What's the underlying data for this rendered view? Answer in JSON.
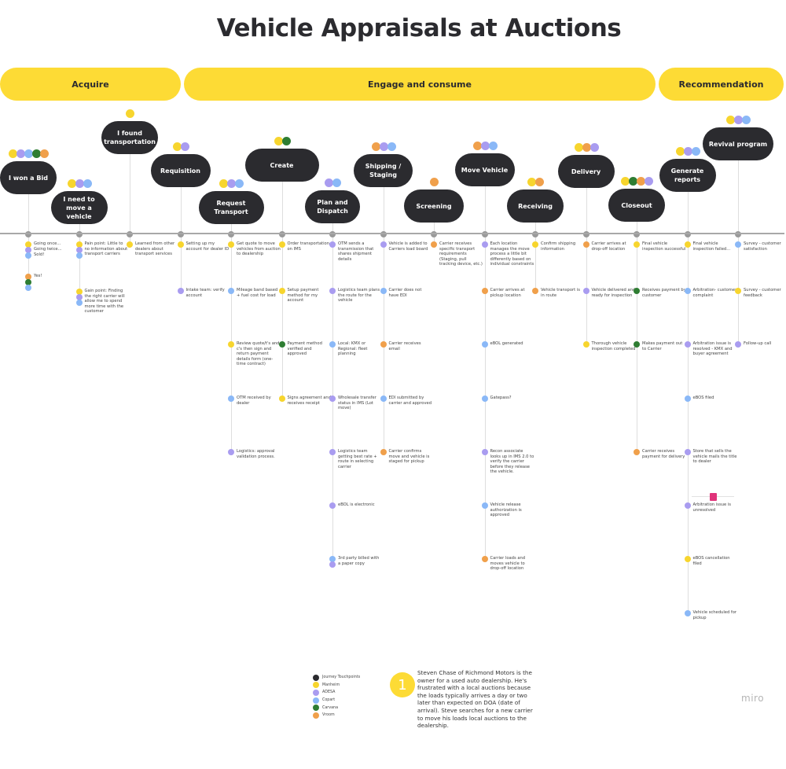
{
  "title": "Vehicle Appraisals at Auctions",
  "colors": {
    "touchpoint": "#2B2B2F",
    "manheim": "#F7D52E",
    "adesa": "#A99CF0",
    "copart": "#8AB8F7",
    "carvana": "#2E7D32",
    "vroom": "#F0A04B",
    "phase": "#FDDB35"
  },
  "phases": [
    {
      "label": "Acquire"
    },
    {
      "label": "Engage and consume"
    },
    {
      "label": "Recommendation"
    }
  ],
  "stages": [
    {
      "label": "I won a Bid",
      "dots": [
        "manheim",
        "adesa",
        "copart",
        "carvana",
        "vroom"
      ],
      "items": [
        {
          "dots": [
            "manheim"
          ],
          "text": "Going once..."
        },
        {
          "dots": [
            "adesa"
          ],
          "text": "Going twice..."
        },
        {
          "dots": [
            "copart"
          ],
          "text": "Sold!"
        },
        {
          "dots": [
            "vroom"
          ],
          "text": "Yes!"
        },
        {
          "dots": [
            "carvana"
          ],
          "text": ""
        },
        {
          "dots": [
            "copart"
          ],
          "text": ""
        }
      ]
    },
    {
      "label": "I need to move a vehicle",
      "dots": [
        "manheim",
        "adesa",
        "copart"
      ],
      "items": [
        {
          "dots": [
            "manheim",
            "adesa",
            "copart"
          ],
          "text": "Pain point: Little to no information about transport carriers"
        },
        {
          "dots": [
            "manheim",
            "adesa",
            "copart"
          ],
          "text": "Gain point: Finding the right carrier will allow me to spend more time with the customer"
        }
      ]
    },
    {
      "label": "I found transportation",
      "dots": [
        "manheim"
      ],
      "items": [
        {
          "dots": [
            "manheim"
          ],
          "text": "Learned from other dealers about transport services"
        }
      ]
    },
    {
      "label": "Requisition",
      "dots": [
        "manheim",
        "adesa"
      ],
      "items": [
        {
          "dots": [
            "manheim"
          ],
          "text": "Setting up my account for dealer ID"
        },
        {
          "dots": [
            "adesa"
          ],
          "text": "Intake team: verify account"
        }
      ]
    },
    {
      "label": "Request Transport",
      "dots": [
        "manheim",
        "adesa",
        "copart"
      ],
      "items": [
        {
          "dots": [
            "manheim"
          ],
          "text": "Get quote to move vehicles from auction to dealership"
        },
        {
          "dots": [
            "copart"
          ],
          "text": "Mileage band based + fuel cost for load"
        },
        {
          "dots": [
            "manheim"
          ],
          "text": "Review quote/t's and c's then sign and return payment details form (one-time contract)"
        },
        {
          "dots": [
            "copart"
          ],
          "text": "OTM received by dealer"
        },
        {
          "dots": [
            "adesa"
          ],
          "text": "Logistics: approval validation process."
        }
      ]
    },
    {
      "label": "Create",
      "dots": [
        "manheim",
        "carvana"
      ],
      "items": [
        {
          "dots": [
            "manheim"
          ],
          "text": "Order transportation on IMS"
        },
        {
          "dots": [
            "manheim"
          ],
          "text": "Setup payment method for my account"
        },
        {
          "dots": [
            "carvana"
          ],
          "text": "Payment method verified and approved"
        },
        {
          "dots": [
            "manheim"
          ],
          "text": "Signs agreement and receives receipt"
        }
      ]
    },
    {
      "label": "Plan and Dispatch",
      "dots": [
        "adesa",
        "copart"
      ],
      "items": [
        {
          "dots": [
            "adesa"
          ],
          "text": "OTM sends a transmission that shares shipment details"
        },
        {
          "dots": [
            "adesa"
          ],
          "text": "Logistics team plans the route for the vehicle"
        },
        {
          "dots": [
            "copart"
          ],
          "text": "Local: KMX or Regional: fleet planning"
        },
        {
          "dots": [
            "adesa"
          ],
          "text": "Wholesale transfer status in IMS (Lot move)"
        },
        {
          "dots": [
            "adesa"
          ],
          "text": "Logistics team getting best rate + route in selecting carrier"
        },
        {
          "dots": [
            "adesa"
          ],
          "text": "eBOL is electronic"
        },
        {
          "dots": [
            "copart",
            "adesa"
          ],
          "text": "3rd party billed with a paper copy"
        }
      ]
    },
    {
      "label": "Shipping / Staging",
      "dots": [
        "vroom",
        "adesa",
        "copart"
      ],
      "items": [
        {
          "dots": [
            "adesa"
          ],
          "text": "Vehicle is added to Carriers load board"
        },
        {
          "dots": [
            "copart"
          ],
          "text": "Carrier does not have EDI"
        },
        {
          "dots": [
            "vroom"
          ],
          "text": "Carrier receives email"
        },
        {
          "dots": [
            "copart"
          ],
          "text": "EDI submitted by carrier and approved"
        },
        {
          "dots": [
            "vroom"
          ],
          "text": "Carrier confirms move and vehicle is staged for pickup"
        }
      ]
    },
    {
      "label": "Screening",
      "dots": [
        "vroom"
      ],
      "items": [
        {
          "dots": [
            "vroom"
          ],
          "text": "Carrier receives specific transport requirements (Staging, pull tracking device, etc.)"
        }
      ]
    },
    {
      "label": "Move Vehicle",
      "dots": [
        "vroom",
        "adesa",
        "copart"
      ],
      "items": [
        {
          "dots": [
            "adesa"
          ],
          "text": "Each location manages the move process a little bit differently based on individual constraints"
        },
        {
          "dots": [
            "vroom"
          ],
          "text": "Carrier arrives at pickup location"
        },
        {
          "dots": [
            "copart"
          ],
          "text": "eBOL generated"
        },
        {
          "dots": [
            "copart"
          ],
          "text": "Gatepass?"
        },
        {
          "dots": [
            "adesa"
          ],
          "text": "Recon associate looks up in IMS 2.0 to verify the carrier before they release the vehicle."
        },
        {
          "dots": [
            "copart"
          ],
          "text": "Vehicle release authorization is approved"
        },
        {
          "dots": [
            "vroom"
          ],
          "text": "Carrier loads and moves vehicle to drop-off location"
        }
      ]
    },
    {
      "label": "Receiving",
      "dots": [
        "manheim",
        "vroom"
      ],
      "items": [
        {
          "dots": [
            "manheim"
          ],
          "text": "Confirm shipping information"
        },
        {
          "dots": [
            "vroom"
          ],
          "text": "Vehicle transport is in route"
        }
      ]
    },
    {
      "label": "Delivery",
      "dots": [
        "manheim",
        "vroom",
        "adesa"
      ],
      "items": [
        {
          "dots": [
            "vroom"
          ],
          "text": "Carrier arrives at drop-off location"
        },
        {
          "dots": [
            "adesa"
          ],
          "text": "Vehicle delivered and ready for inspection"
        },
        {
          "dots": [
            "manheim"
          ],
          "text": "Thorough vehicle inspection completed"
        }
      ]
    },
    {
      "label": "Closeout",
      "dots": [
        "manheim",
        "carvana",
        "vroom",
        "adesa"
      ],
      "items": [
        {
          "dots": [
            "manheim"
          ],
          "text": "Final vehicle inspection successful"
        },
        {
          "dots": [
            "carvana"
          ],
          "text": "Receives payment by customer"
        },
        {
          "dots": [
            "carvana"
          ],
          "text": "Makes payment out to Carrier"
        },
        {
          "dots": [
            "vroom"
          ],
          "text": "Carrier receives payment for delivery"
        }
      ]
    },
    {
      "label": "Generate reports",
      "dots": [
        "manheim",
        "adesa",
        "copart"
      ],
      "items": [
        {
          "dots": [
            "manheim"
          ],
          "text": "Final vehicle inspection failed..."
        },
        {
          "dots": [
            "copart"
          ],
          "text": "Arbitration- customer complaint"
        },
        {
          "dots": [
            "adesa"
          ],
          "text": "Arbitration issue is resolved - KMX and buyer agreement"
        },
        {
          "dots": [
            "copart"
          ],
          "text": "eBOS filed"
        },
        {
          "dots": [
            "adesa"
          ],
          "text": "Store that sells the vehicle mails the title to dealer"
        },
        {
          "dots": [
            "adesa"
          ],
          "text": "Arbitration issue is unresolved"
        },
        {
          "dots": [
            "manheim"
          ],
          "text": "eBOS cancellation filed"
        },
        {
          "dots": [
            "copart"
          ],
          "text": "Vehicle scheduled for pickup"
        }
      ]
    },
    {
      "label": "Revival program",
      "dots": [
        "manheim",
        "adesa",
        "copart"
      ],
      "items": [
        {
          "dots": [
            "copart"
          ],
          "text": "Survey - customer satisfaction"
        },
        {
          "dots": [
            "manheim"
          ],
          "text": "Survey - customer feedback"
        },
        {
          "dots": [
            "adesa"
          ],
          "text": "Follow-up call"
        }
      ]
    }
  ],
  "legend": [
    {
      "key": "touchpoint",
      "label": "Journey Touchpoints"
    },
    {
      "key": "manheim",
      "label": "Manheim"
    },
    {
      "key": "adesa",
      "label": "ADESA"
    },
    {
      "key": "copart",
      "label": "Copart"
    },
    {
      "key": "carvana",
      "label": "Carvana"
    },
    {
      "key": "vroom",
      "label": "Vroom"
    }
  ],
  "persona": {
    "number": "1",
    "text": "Steven Chase of Richmond Motors is the owner for a used auto dealership. He's frustrated with a local auctions because the loads typically arrives a day or two later than expected on DOA (date of arrival). Steve searches for a new carrier to move his loads local auctions to the dealership."
  },
  "watermark": "miro"
}
